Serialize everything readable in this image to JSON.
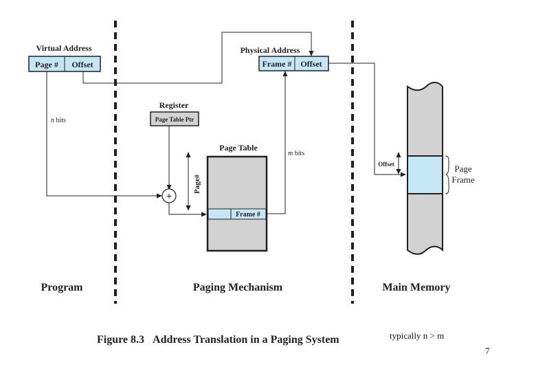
{
  "colors": {
    "box_fill": "#c5e6f5",
    "gray_fill": "#d2d2d2",
    "stroke": "#231f20"
  },
  "virtual_address": {
    "title": "Virtual Address",
    "field_page": "Page #",
    "field_offset": "Offset"
  },
  "physical_address": {
    "title": "Physical Address",
    "field_frame": "Frame #",
    "field_offset": "Offset"
  },
  "register": {
    "title": "Register",
    "content": "Page Table Ptr"
  },
  "page_table": {
    "title": "Page Table",
    "entry_label": "Frame #",
    "index_label": "Page#"
  },
  "adder_symbol": "+",
  "labels": {
    "n_bits_var": "n",
    "n_bits_text": " bits",
    "m_bits_var": "m",
    "m_bits_text": " bits",
    "offset": "Offset",
    "page_frame_line1": "Page",
    "page_frame_line2": "Frame"
  },
  "sections": {
    "program": "Program",
    "paging_mechanism": "Paging Mechanism",
    "main_memory": "Main Memory"
  },
  "caption": {
    "figure": "Figure 8.3",
    "title": "Address Translation in a Paging System"
  },
  "note": "typically n > m",
  "page_number": "7"
}
